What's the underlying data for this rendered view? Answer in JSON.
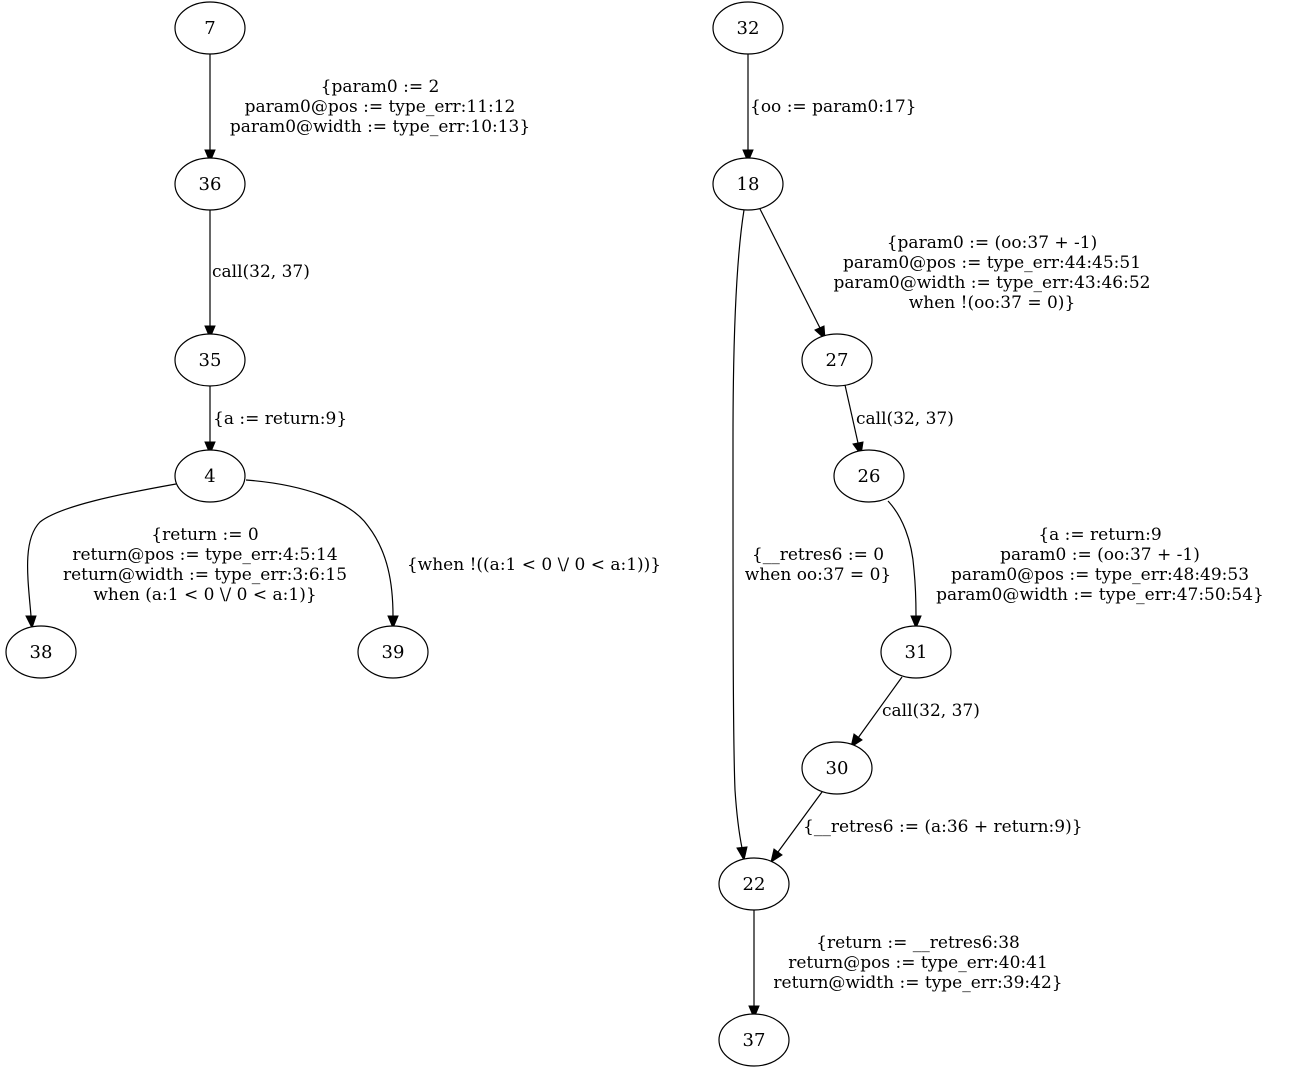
{
  "nodes": {
    "n7": "7",
    "n36": "36",
    "n35": "35",
    "n4": "4",
    "n38": "38",
    "n39": "39",
    "n32": "32",
    "n18": "18",
    "n27": "27",
    "n26": "26",
    "n31": "31",
    "n30": "30",
    "n22": "22",
    "n37": "37"
  },
  "edges": {
    "e7_36": [
      "{param0 := 2",
      "param0@pos := type_err:11:12",
      "param0@width := type_err:10:13}"
    ],
    "e36_35": [
      "call(32, 37)"
    ],
    "e35_4": [
      "{a := return:9}"
    ],
    "e4_38": [
      "{return := 0",
      "return@pos := type_err:4:5:14",
      "return@width := type_err:3:6:15",
      "when (a:1 < 0 \\/ 0 < a:1)}"
    ],
    "e4_39": [
      "{when !((a:1 < 0 \\/ 0 < a:1))}"
    ],
    "e32_18": [
      "{oo := param0:17}"
    ],
    "e18_27": [
      "{param0 := (oo:37 + -1)",
      "param0@pos := type_err:44:45:51",
      "param0@width := type_err:43:46:52",
      "when !(oo:37 = 0)}"
    ],
    "e27_26": [
      "call(32, 37)"
    ],
    "e18_22": [
      "{__retres6 := 0",
      "when oo:37 = 0}"
    ],
    "e26_31": [
      "{a := return:9",
      "param0 := (oo:37 + -1)",
      "param0@pos := type_err:48:49:53",
      "param0@width := type_err:47:50:54}"
    ],
    "e31_30": [
      "call(32, 37)"
    ],
    "e30_22": [
      "{__retres6 := (a:36 + return:9)}"
    ],
    "e22_37": [
      "{return := __retres6:38",
      "return@pos := type_err:40:41",
      "return@width := type_err:39:42}"
    ]
  }
}
